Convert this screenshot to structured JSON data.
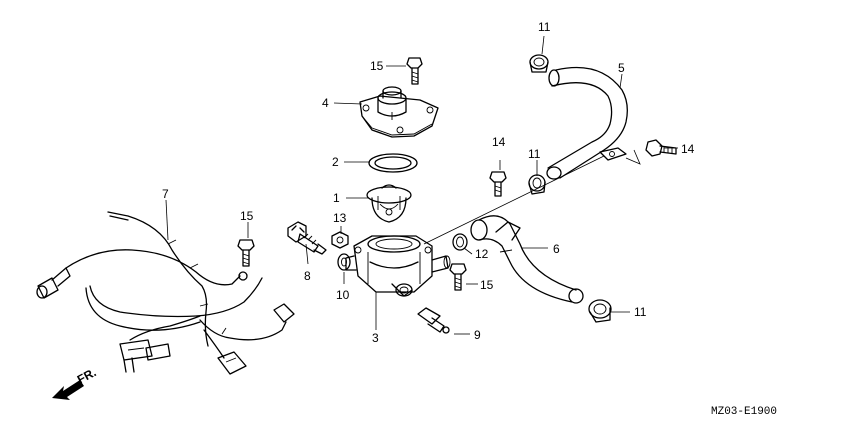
{
  "callouts": [
    {
      "id": "c1",
      "text": "1"
    },
    {
      "id": "c2",
      "text": "2"
    },
    {
      "id": "c3",
      "text": "3"
    },
    {
      "id": "c4",
      "text": "4"
    },
    {
      "id": "c5",
      "text": "5"
    },
    {
      "id": "c6",
      "text": "6"
    },
    {
      "id": "c7",
      "text": "7"
    },
    {
      "id": "c8",
      "text": "8"
    },
    {
      "id": "c9",
      "text": "9"
    },
    {
      "id": "c10",
      "text": "10"
    },
    {
      "id": "c11a",
      "text": "11"
    },
    {
      "id": "c11b",
      "text": "11"
    },
    {
      "id": "c11c",
      "text": "11"
    },
    {
      "id": "c12",
      "text": "12"
    },
    {
      "id": "c13",
      "text": "13"
    },
    {
      "id": "c14a",
      "text": "14"
    },
    {
      "id": "c14b",
      "text": "14"
    },
    {
      "id": "c15a",
      "text": "15"
    },
    {
      "id": "c15b",
      "text": "15"
    },
    {
      "id": "c15c",
      "text": "15"
    }
  ],
  "front_marker": "FR.",
  "diagram_code": "MZ03-E1900"
}
